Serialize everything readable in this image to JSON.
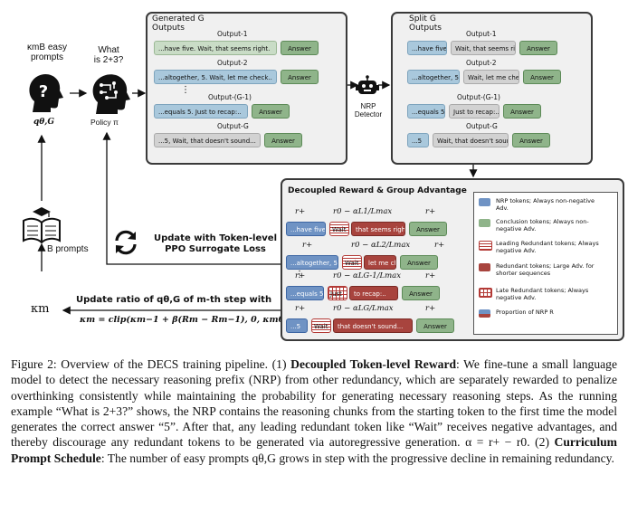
{
  "left": {
    "easy_prompts": "κmB easy\nprompts",
    "q_label": "qθ,G",
    "question": "What\nis 2+3?",
    "policy": "Policy π",
    "b_prompts": "B prompts",
    "kappa": "κm"
  },
  "generated": {
    "title": "Generated G\nOutputs",
    "rows": [
      {
        "out": "Output-1",
        "text": "...have five. Wait, that seems right.",
        "ans": "Answer"
      },
      {
        "out": "Output-2",
        "text": "...altogether, 5. Wait, let me check..",
        "ans": "Answer"
      },
      {
        "out": "Output-(G-1)",
        "text": "...equals 5.  Just to recap:..",
        "ans": "Answer"
      },
      {
        "out": "Output-G",
        "text": "...5, Wait, that doesn't sound...",
        "ans": "Answer"
      }
    ],
    "vdots": "⋮"
  },
  "nrp": {
    "label": "NRP\nDetector"
  },
  "split": {
    "title": "Split G\nOutputs",
    "rows": [
      {
        "out": "Output-1",
        "a": "...have five",
        "b": "Wait, that seems right..",
        "ans": "Answer"
      },
      {
        "out": "Output-2",
        "a": "...altogether, 5",
        "b": "Wait, let me check..",
        "ans": "Answer"
      },
      {
        "out": "Output-(G-1)",
        "a": "...equals 5",
        "b": "Just to recap:..",
        "ans": "Answer"
      },
      {
        "out": "Output-G",
        "a": "...5",
        "b": "Wait, that doesn't sound...",
        "ans": "Answer"
      }
    ]
  },
  "reward": {
    "title": "Decoupled Reward & Group Advantage",
    "rplus": "r+",
    "rows": [
      {
        "formula": "r0 − αL1/Lmax",
        "a": "...have five",
        "w": "Wait",
        "b": "that seems right..",
        "ans": "Answer"
      },
      {
        "formula": "r0 − αL2/Lmax",
        "a": "...altogether, 5",
        "w": "Wait",
        "b": "let me check..",
        "ans": "Answer"
      },
      {
        "formula": "r0 − αLG-1/Lmax",
        "a": "...equals 5",
        "w": "Just",
        "b": "to recap:..",
        "ans": "Answer"
      },
      {
        "formula": "r0 − αLG/Lmax",
        "a": "...5",
        "w": "Wait",
        "b": "that doesn't sound...",
        "ans": "Answer"
      }
    ],
    "vdots": "⋮"
  },
  "legend": [
    {
      "kind": "nrp",
      "text": "NRP tokens; Always non-negative Adv."
    },
    {
      "kind": "conclusion",
      "text": "Conclusion tokens; Always non-negative Adv."
    },
    {
      "kind": "leading",
      "text": "Leading Redundant tokens; Always negative Adv."
    },
    {
      "kind": "redundant",
      "text": "Redundant tokens; Large Adv. for shorter sequences"
    },
    {
      "kind": "late",
      "text": "Late Redundant tokens; Always negative Adv."
    },
    {
      "kind": "proportion",
      "text": "Proportion of NRP R"
    }
  ],
  "update_policy": "Update with Token-level\nPPO Surrogate Loss",
  "update_ratio": {
    "line1": "Update ratio of qθ,G of m-th step with",
    "line2": "κm = clip(κm−1 + β(Rm − Rm−1), 0, κm0)"
  },
  "caption": {
    "figure": "Figure 2:",
    "text1": " Overview of the DECS training pipeline. (1) ",
    "b1": "Decoupled Token-level Reward",
    "text2": ": We fine-tune a small language model to detect the necessary reasoning prefix (NRP) from other redundancy, which are separately rewarded to penalize overthinking consistently while maintaining the probability for generating necessary reasoning steps. As the running example “What is 2+3?” shows, the NRP contains the reasoning chunks from the starting token to the first time the model generates the correct answer “5”. After that, any leading redundant token like “Wait” receives negative advantages, and thereby discourage any redundant tokens to be generated via autoregressive generation. α = r+ − r0. (2) ",
    "b2": "Curriculum Prompt Schedule",
    "text3": ": The number of easy prompts qθ,G grows in step with the progressive decline in remaining redundancy."
  },
  "colors": {
    "nrp": "#6f93c4",
    "conclusion": "#8fb48a",
    "redundant": "#a8443e"
  }
}
